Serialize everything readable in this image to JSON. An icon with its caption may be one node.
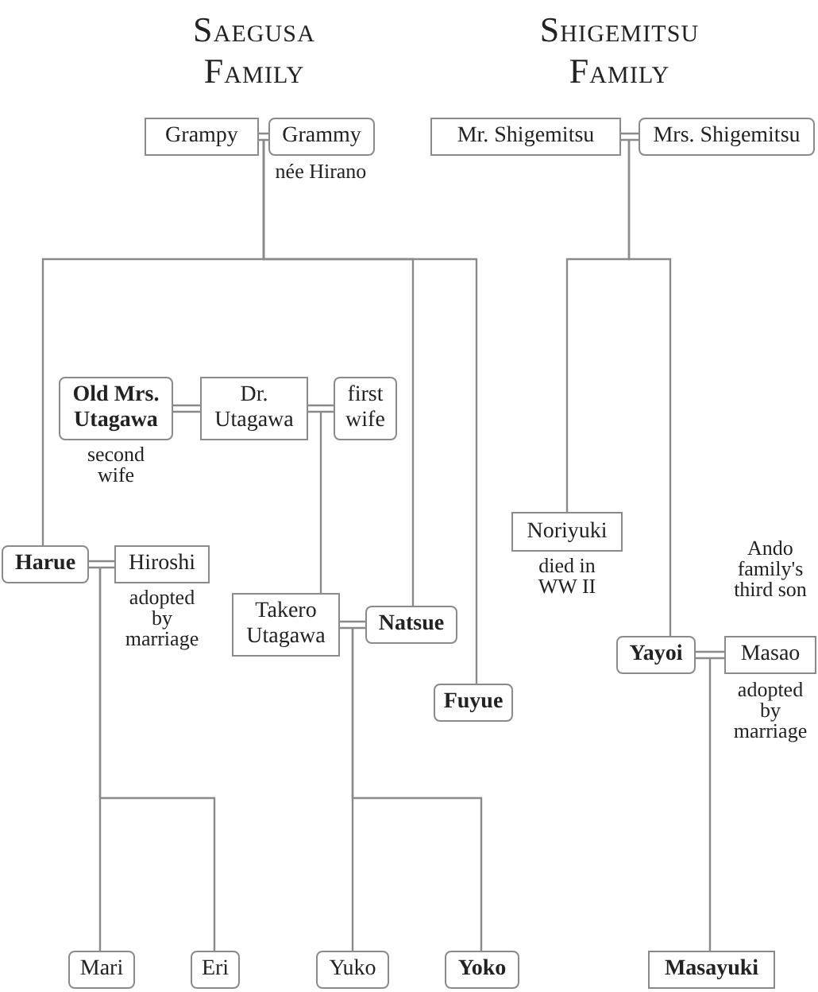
{
  "diagram": {
    "nodes": [
      {
        "text": [
          "Grampy"
        ]
      },
      {
        "text": [
          "Grammy"
        ],
        "beside": [
          "née Hirano"
        ]
      },
      {
        "text": [
          "Mr. Shigemitsu"
        ]
      },
      {
        "text": [
          "Mrs. Shigemitsu"
        ]
      },
      {
        "text": [
          "Old Mrs. Utagawa"
        ],
        "beside": [
          "second wife"
        ]
      },
      {
        "text": [
          "Dr. Utagawa"
        ]
      },
      {
        "text": [
          "first wife"
        ]
      },
      {
        "text": [
          "Harue"
        ]
      },
      {
        "text": [
          "Hiroshi"
        ],
        "beside": [
          "adopted by marriage"
        ]
      },
      {
        "text": [
          "Takero Utagawa"
        ]
      },
      {
        "text": [
          "Natsue"
        ]
      },
      {
        "text": [
          "Fuyue"
        ]
      },
      {
        "text": [
          "Noriyuki"
        ],
        "beside": [
          "died in WW II"
        ]
      },
      {
        "text": [
          "Yayoi"
        ]
      },
      {
        "text": [
          "Masao"
        ],
        "beside": [
          "Ando family's third son",
          "adopted by marriage"
        ]
      },
      {
        "text": [
          "Mari"
        ]
      },
      {
        "text": [
          "Eri"
        ]
      },
      {
        "text": [
          "Yuko"
        ]
      },
      {
        "text": [
          "Yoko"
        ]
      },
      {
        "text": [
          "Masayuki"
        ]
      }
    ],
    "edges": [
      {
        "from": 0,
        "to": 1,
        "arrow": "none"
      },
      {
        "from": 1,
        "to": 7,
        "arrow": "none"
      },
      {
        "from": 1,
        "to": 10,
        "arrow": "none"
      },
      {
        "from": 1,
        "to": 11,
        "arrow": "none"
      },
      {
        "from": 2,
        "to": 3,
        "arrow": "none"
      },
      {
        "from": 3,
        "to": 12,
        "arrow": "none"
      },
      {
        "from": 3,
        "to": 13,
        "arrow": "none"
      },
      {
        "from": 4,
        "to": 5,
        "arrow": "none"
      },
      {
        "from": 5,
        "to": 6,
        "arrow": "none"
      },
      {
        "from": 5,
        "to": 9,
        "arrow": "none"
      },
      {
        "from": 7,
        "to": 8,
        "arrow": "none"
      },
      {
        "from": 8,
        "to": 15,
        "arrow": "none"
      },
      {
        "from": 8,
        "to": 16,
        "arrow": "none"
      },
      {
        "from": 9,
        "to": 10,
        "arrow": "none"
      },
      {
        "from": 10,
        "to": 17,
        "arrow": "none"
      },
      {
        "from": 10,
        "to": 18,
        "arrow": "none"
      },
      {
        "from": 13,
        "to": 14,
        "arrow": "none"
      },
      {
        "from": 13,
        "to": 19,
        "arrow": "none"
      }
    ],
    "labels": [
      "Saegusa Family",
      "Shigemitsu Family"
    ]
  }
}
